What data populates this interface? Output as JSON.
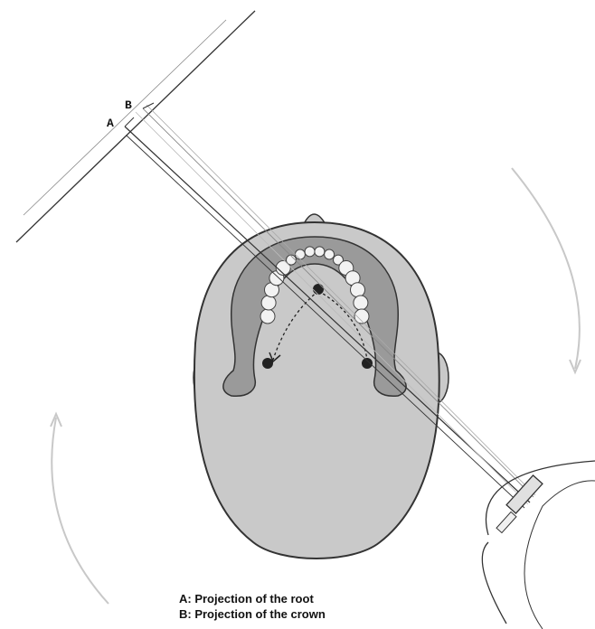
{
  "diagram": {
    "point_a_label": "A",
    "point_b_label": "B",
    "legend": [
      "A: Projection of the root",
      "B: Projection of the crown"
    ]
  },
  "colors": {
    "head_fill": "#c9c9c9",
    "jaw_fill": "#9a9a9a",
    "tooth_fill": "#f2f2f2",
    "line": "#333333",
    "rotation_arc": "#c8c8c8"
  }
}
